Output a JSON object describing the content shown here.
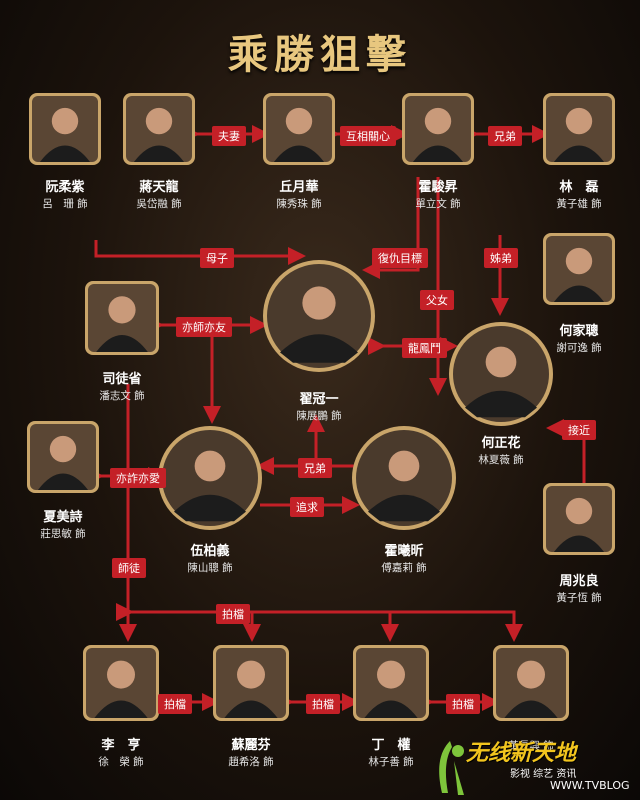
{
  "title": "乘勝狙擊",
  "colors": {
    "arrow": "#c42027",
    "frame": "#c9a56a"
  },
  "people": [
    {
      "id": "ruan",
      "name": "阮柔紫",
      "actor": "呂　珊 飾"
    },
    {
      "id": "jiang",
      "name": "蔣天龍",
      "actor": "吳岱融 飾"
    },
    {
      "id": "qiu",
      "name": "丘月華",
      "actor": "陳秀珠 飾"
    },
    {
      "id": "huojun",
      "name": "霍駿昇",
      "actor": "單立文 飾"
    },
    {
      "id": "lin",
      "name": "林　磊",
      "actor": "黃子雄 飾"
    },
    {
      "id": "situ",
      "name": "司徒省",
      "actor": "潘志文 飾"
    },
    {
      "id": "zhai",
      "name": "翟冠一",
      "actor": "陳展鵬 飾"
    },
    {
      "id": "he",
      "name": "何家聰",
      "actor": "謝可逸 飾"
    },
    {
      "id": "hezheng",
      "name": "何正花",
      "actor": "林夏薇 飾"
    },
    {
      "id": "xia",
      "name": "夏美詩",
      "actor": "莊思敏 飾"
    },
    {
      "id": "wu",
      "name": "伍柏義",
      "actor": "陳山聰 飾"
    },
    {
      "id": "huoxi",
      "name": "霍曦昕",
      "actor": "傅嘉莉 飾"
    },
    {
      "id": "zhou",
      "name": "周兆良",
      "actor": "黃子恆 飾"
    },
    {
      "id": "li",
      "name": "李　亨",
      "actor": "徐　榮 飾"
    },
    {
      "id": "su",
      "name": "蘇麗芬",
      "actor": "趙希洛 飾"
    },
    {
      "id": "ding",
      "name": "丁　權",
      "actor": "林子善 飾"
    },
    {
      "id": "last",
      "name": "",
      "actor": "黃長興 飾"
    }
  ],
  "relations": [
    "夫妻",
    "互相關心",
    "兄弟",
    "母子",
    "復仇目標",
    "姊弟",
    "父女",
    "亦師亦友",
    "龍鳳鬥",
    "接近",
    "亦詐亦愛",
    "兄弟",
    "追求",
    "師徒",
    "拍檔",
    "拍檔",
    "拍檔",
    "拍檔"
  ],
  "watermark": {
    "title": "无线新天地",
    "subtitle": "影视 综艺 资讯",
    "url": "WWW.TVBLOG"
  }
}
